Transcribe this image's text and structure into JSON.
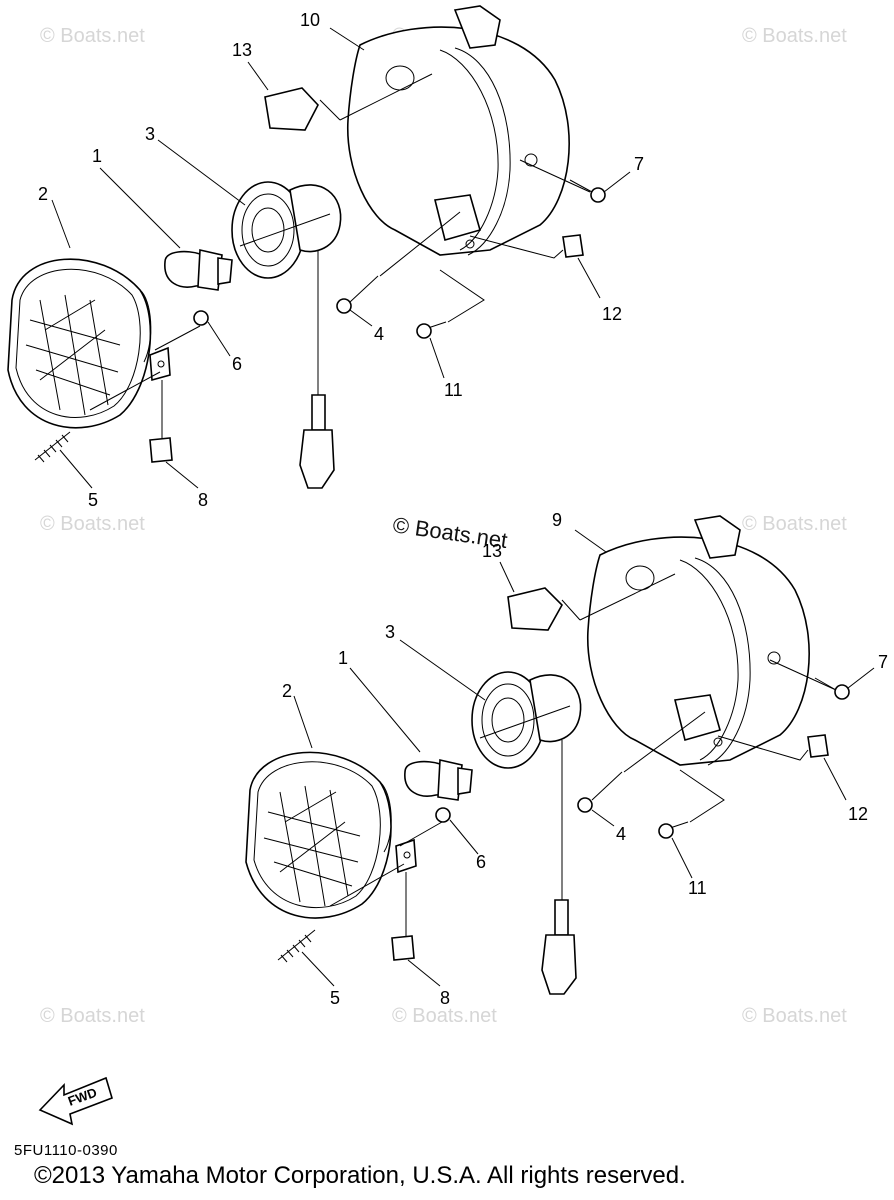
{
  "watermarks": {
    "text": "© Boats.net",
    "highlight_text": "© Boats.net"
  },
  "callouts": {
    "top": {
      "p1": "1",
      "p2": "2",
      "p3": "3",
      "p4": "4",
      "p5": "5",
      "p6": "6",
      "p7": "7",
      "p8": "8",
      "p10": "10",
      "p11": "11",
      "p12": "12",
      "p13": "13"
    },
    "bottom": {
      "p1": "1",
      "p2": "2",
      "p3": "3",
      "p4": "4",
      "p5": "5",
      "p6": "6",
      "p7": "7",
      "p8": "8",
      "p9": "9",
      "p11": "11",
      "p12": "12",
      "p13": "13"
    }
  },
  "fwd_label": "FWD",
  "drawing_code": "5FU1110-0390",
  "copyright": "©2013 Yamaha Motor Corporation, U.S.A. All rights reserved."
}
